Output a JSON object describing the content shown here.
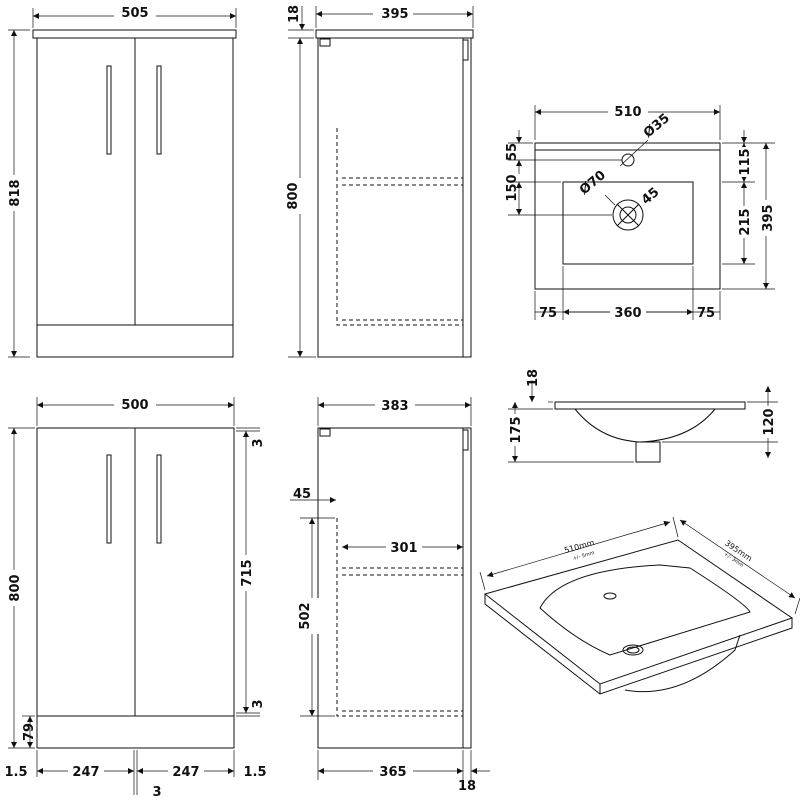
{
  "front_top": {
    "width": "505",
    "height": "818"
  },
  "side_top": {
    "depth": "395",
    "top_thickness": "18",
    "height": "800"
  },
  "basin_top_view": {
    "width": "510",
    "depth": "395",
    "tap_hole": "Ø35",
    "waste": "Ø70",
    "waste_angle": "45",
    "top_offset": "55",
    "bowl_top": "150",
    "upper_right": "115",
    "lower_right": "215",
    "left_margin": "75",
    "bowl_width": "360",
    "right_margin": "75"
  },
  "front_bottom": {
    "width": "500",
    "height": "800",
    "top_gap": "3",
    "door_height": "715",
    "bottom_gap": "3",
    "plinth": "79",
    "left_edge": "1.5",
    "left_door": "247",
    "right_door": "247",
    "right_edge": "1.5",
    "centre_gap": "3"
  },
  "side_bottom": {
    "depth": "383",
    "shelf_offset": "45",
    "shelf_depth": "301",
    "shelf_height": "502",
    "base_depth": "365",
    "back_thickness": "18"
  },
  "basin_side": {
    "rim": "18",
    "total_height": "175",
    "bowl_depth": "120"
  },
  "basin_iso": {
    "width_label": "510mm",
    "width_tol": "+/- 5mm",
    "depth_label": "395mm",
    "depth_tol": "+/- 3mm"
  }
}
